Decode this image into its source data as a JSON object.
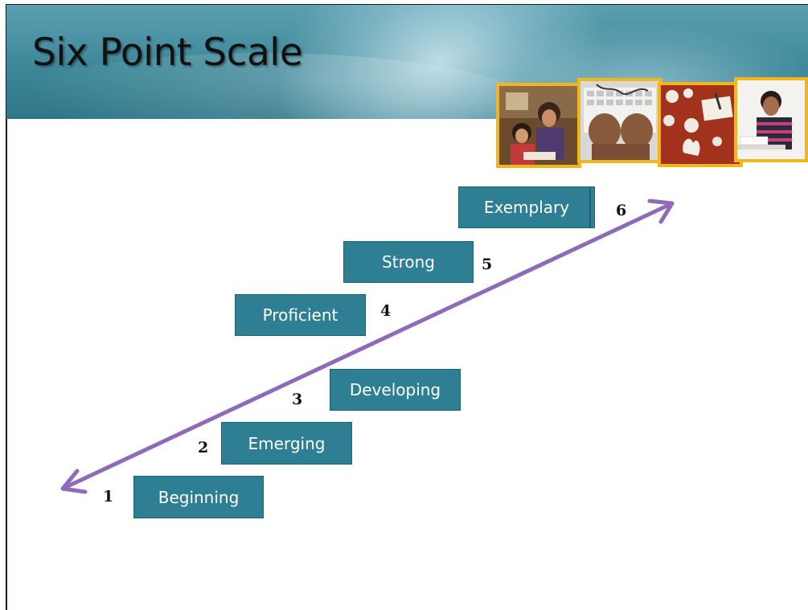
{
  "slide": {
    "title": "Six Point Scale",
    "colors": {
      "banner": "#3d8799",
      "box_fill": "#2e7f93",
      "box_text": "#ffffff",
      "arrow": "#8e6bb8",
      "photo_frame": "#f1b61c"
    }
  },
  "photos": [
    {
      "icon": "teacher-student-photo"
    },
    {
      "icon": "keyboard-typing-photo"
    },
    {
      "icon": "crumpled-paper-writing-photo"
    },
    {
      "icon": "student-writing-photo"
    }
  ],
  "levels": [
    {
      "number": "1",
      "label": "Beginning"
    },
    {
      "number": "2",
      "label": "Emerging"
    },
    {
      "number": "3",
      "label": "Developing"
    },
    {
      "number": "4",
      "label": "Proficient"
    },
    {
      "number": "5",
      "label": "Strong"
    },
    {
      "number": "6",
      "label": "Exemplary"
    }
  ]
}
